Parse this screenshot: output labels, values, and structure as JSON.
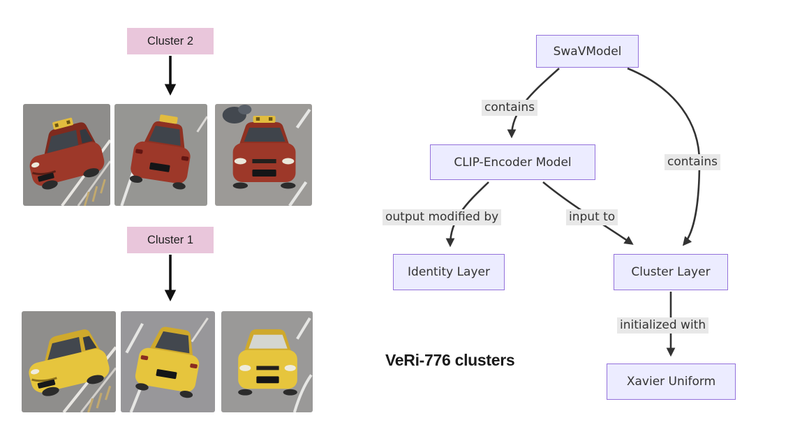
{
  "caption": "VeRi-776 clusters",
  "left_panel": {
    "cluster2_label": "Cluster 2",
    "cluster1_label": "Cluster 1",
    "cluster2_photos": [
      "red taxi, front-quarter view on road with guardrail",
      "red taxi, rear view on road",
      "red taxi, front view with motorbike behind"
    ],
    "cluster1_photos": [
      "yellow car, front-quarter view on road with guardrail",
      "yellow car, rear view on road",
      "yellow car, front view on road"
    ]
  },
  "diagram": {
    "nodes": {
      "swav": "SwaVModel",
      "clip": "CLIP-Encoder Model",
      "identity": "Identity Layer",
      "cluster": "Cluster Layer",
      "xavier": "Xavier Uniform"
    },
    "edges": [
      {
        "from": "SwaVModel",
        "to": "CLIP-Encoder Model",
        "label": "contains"
      },
      {
        "from": "SwaVModel",
        "to": "Cluster Layer",
        "label": "contains"
      },
      {
        "from": "CLIP-Encoder Model",
        "to": "Identity Layer",
        "label": "output modified by"
      },
      {
        "from": "CLIP-Encoder Model",
        "to": "Cluster Layer",
        "label": "input to"
      },
      {
        "from": "Cluster Layer",
        "to": "Xavier Uniform",
        "label": "initialized with"
      }
    ]
  },
  "colors": {
    "node_fill": "#ECECFF",
    "node_border": "#9370DB",
    "edge_line": "#333333",
    "edge_label_bg": "#e8e8e8",
    "cluster_tag_bg": "#e9c6db",
    "left_arrow": "#111111",
    "red_car": "#9d3829",
    "yellow_car": "#e6c53d",
    "taxi_sign": "#e2bc3e"
  }
}
